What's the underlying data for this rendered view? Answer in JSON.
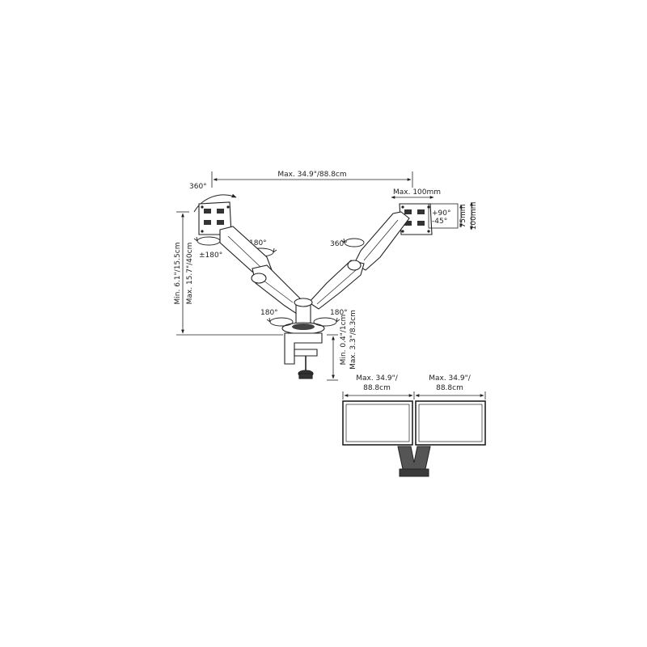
{
  "colors": {
    "ink": "#222222",
    "arm_fill": "#ffffff",
    "pole": "#555555",
    "base_fill": "#3a3a3a"
  },
  "dimensions": {
    "max_reach": "Max. 34.9\"/88.8cm",
    "vesa_max": "Max. 100mm",
    "vesa_75": "75mm",
    "vesa_100": "100mm",
    "height_min": "Min. 6.1\"/15.5cm",
    "height_max": "Max. 15.7\"/40cm",
    "desk_min": "Min. 0.4\"/1cm",
    "desk_max": "Max. 3.3\"/8.3cm"
  },
  "rotations": {
    "left_head": "360°",
    "left_swivel": "180°",
    "left_tilt": "±180°",
    "right_head": "360°",
    "right_tilt_up": "+90°",
    "right_tilt_down": "-45°",
    "base_left": "180°",
    "base_right": "180°"
  },
  "screens": {
    "left_label_line1": "Max. 34.9\"/",
    "left_label_line2": "88.8cm",
    "right_label_line1": "Max. 34.9\"/",
    "right_label_line2": "88.8cm"
  }
}
